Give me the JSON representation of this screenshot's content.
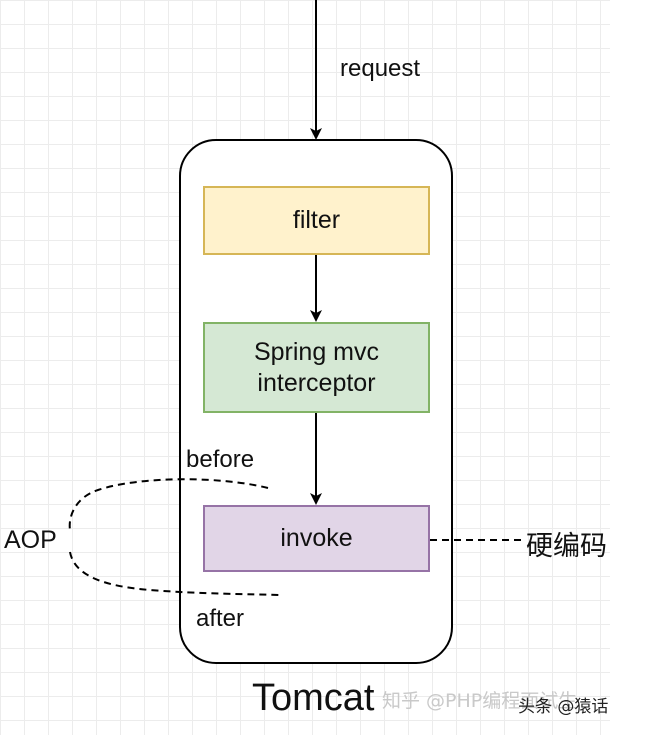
{
  "labels": {
    "request": "request",
    "before": "before",
    "after": "after",
    "aop": "AOP",
    "hard_coding": "硬编码",
    "container": "Tomcat"
  },
  "boxes": {
    "filter": "filter",
    "spring_line1": "Spring mvc",
    "spring_line2": "interceptor",
    "invoke": "invoke"
  },
  "watermarks": {
    "zhihu": "知乎 @PHP编程面试生",
    "toutiao": "头条 @猿话"
  },
  "colors": {
    "filter_fill": "#fff2cc",
    "filter_border": "#d6b656",
    "spring_fill": "#d5e8d4",
    "spring_border": "#82b366",
    "invoke_fill": "#e1d5e7",
    "invoke_border": "#9673a6"
  }
}
